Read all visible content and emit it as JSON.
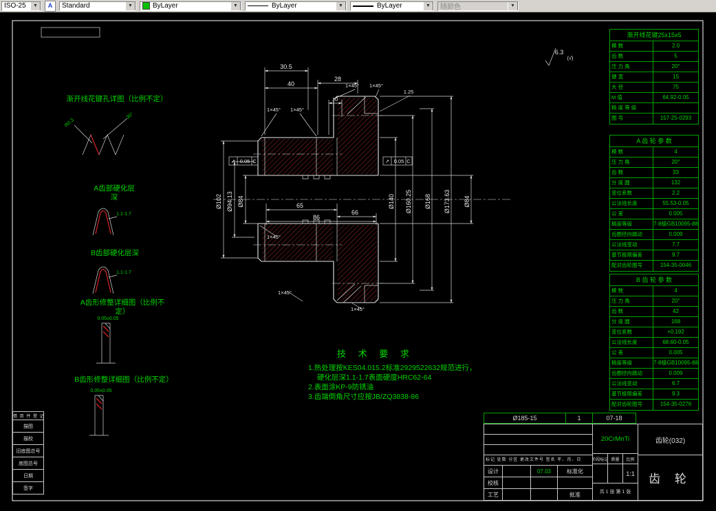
{
  "toolbar": {
    "dim_style": "ISO-25",
    "text_style": "Standard",
    "color": "ByLayer",
    "linetype": "ByLayer",
    "lineweight": "ByLayer",
    "plot_style": "随颜色"
  },
  "details": {
    "spline_title": "渐开线花键孔详图（比例不定）",
    "a_harden_title": "A齿部硬化层\n深",
    "b_harden_title": "B齿部硬化层深",
    "a_profile_title": "A齿形修整详细图（比例不\n定）",
    "b_profile_title": "B齿形修整详细图（比例不定）",
    "spline_notes": [
      "30°",
      "R0.3"
    ],
    "harden_depth": "1.1-1.7",
    "profile_note": "0.05±0.05"
  },
  "tech_req": {
    "title": "技 术 要 求",
    "lines": [
      "1.热处理按KES04.015.2标准2929522632规范进行，",
      "硬化层深1.1-1.7表面硬度HRC62-64",
      "2.表面涂KP-9防锈油",
      "3.齿端倒角尺寸应按JB/ZQ3838-86"
    ]
  },
  "drawing": {
    "roughness_value": "6.3",
    "roughness_other": "(√)",
    "dims": {
      "d_305": "30.5",
      "d_40": "40",
      "d_28": "28",
      "d_10": "10",
      "d_65": "65",
      "d_66": "66",
      "d_86": "86",
      "d_125": "1.25",
      "chamfer": "1×45°",
      "dia_84l": "Ø84",
      "dia_9413": "Ø94.13",
      "dia_102": "Ø102",
      "dia_140": "Ø140",
      "dia_16025": "Ø160.25",
      "dia_168": "Ø168",
      "dia_17363": "Ø173.63",
      "dia_84r": "Ø84",
      "fcf_symbol": "↗",
      "fcf_value": "0.05",
      "fcf_datum": "C"
    }
  },
  "tables": {
    "spline": {
      "title": "渐开线花键25x15x5",
      "rows": [
        {
          "label": "模 数",
          "value": "2.0"
        },
        {
          "label": "齿 数",
          "value": "5"
        },
        {
          "label": "压 力 角",
          "value": "20°"
        },
        {
          "label": "键 宽",
          "value": "15"
        },
        {
          "label": "大 径",
          "value": "75"
        },
        {
          "label": "M 值",
          "value": "64.92-0.05"
        },
        {
          "label": "精 度 等 级",
          "value": ""
        },
        {
          "label": "图 号",
          "value": "157-25-0293"
        }
      ]
    },
    "gear_a": {
      "title": "A 齿 轮 参 数",
      "rows": [
        {
          "label": "模 数",
          "value": "4"
        },
        {
          "label": "压 力 角",
          "value": "20°"
        },
        {
          "label": "齿 数",
          "value": "33"
        },
        {
          "label": "分 度 圆",
          "value": "132"
        },
        {
          "label": "变位系数",
          "value": "2.2"
        },
        {
          "label": "公法线长度",
          "value": "55.53-0.05"
        },
        {
          "label": "公 差",
          "value": "0.005"
        },
        {
          "label": "精度等级",
          "value": "7-8级GB10095-88"
        },
        {
          "label": "齿圈径向跳动",
          "value": "0.009"
        },
        {
          "label": "公法线变动",
          "value": "7.7"
        },
        {
          "label": "基节极限偏差",
          "value": "9.7"
        },
        {
          "label": "配对齿轮图号",
          "value": "154-35-0046"
        }
      ]
    },
    "gear_b": {
      "title": "B 齿 轮 参 数",
      "rows": [
        {
          "label": "模 数",
          "value": "4"
        },
        {
          "label": "压 力 角",
          "value": "20°"
        },
        {
          "label": "齿 数",
          "value": "42"
        },
        {
          "label": "分 度 圆",
          "value": "168"
        },
        {
          "label": "变位系数",
          "value": "+0.192"
        },
        {
          "label": "公法线长度",
          "value": "68.60-0.05"
        },
        {
          "label": "公 差",
          "value": "0.005"
        },
        {
          "label": "精度等级",
          "value": "7-8级GB10095-88"
        },
        {
          "label": "齿圈径向跳动",
          "value": "0.009"
        },
        {
          "label": "公法线变动",
          "value": "6.7"
        },
        {
          "label": "基节极限偏差",
          "value": "9.3"
        },
        {
          "label": "配对齿轮图号",
          "value": "154-35-0276"
        }
      ]
    }
  },
  "title_block": {
    "stock_row": [
      "Ø185-15",
      "1",
      "07-18"
    ],
    "material": "20CrMnTi",
    "drawing_code": "齿轮(032)",
    "part_name": "齿 轮",
    "rev_header": "标记 处数 分区 更改文件号 签名 年、月、日",
    "role_rows": [
      {
        "left": "设计",
        "right": "标准化"
      },
      {
        "left": "校核",
        "right": ""
      },
      {
        "left": "工艺",
        "right": "批准"
      }
    ],
    "date": "07.03",
    "stage_header": [
      "阶段标记",
      "质量",
      "比例"
    ],
    "scale": "1:1",
    "sheet_info": "共 1 张  第 1 张"
  },
  "archive": {
    "title": "借 用 件 登 记",
    "rows": [
      "描图",
      "描校",
      "旧底图总号",
      "底图总号",
      "日期",
      "签字"
    ]
  }
}
